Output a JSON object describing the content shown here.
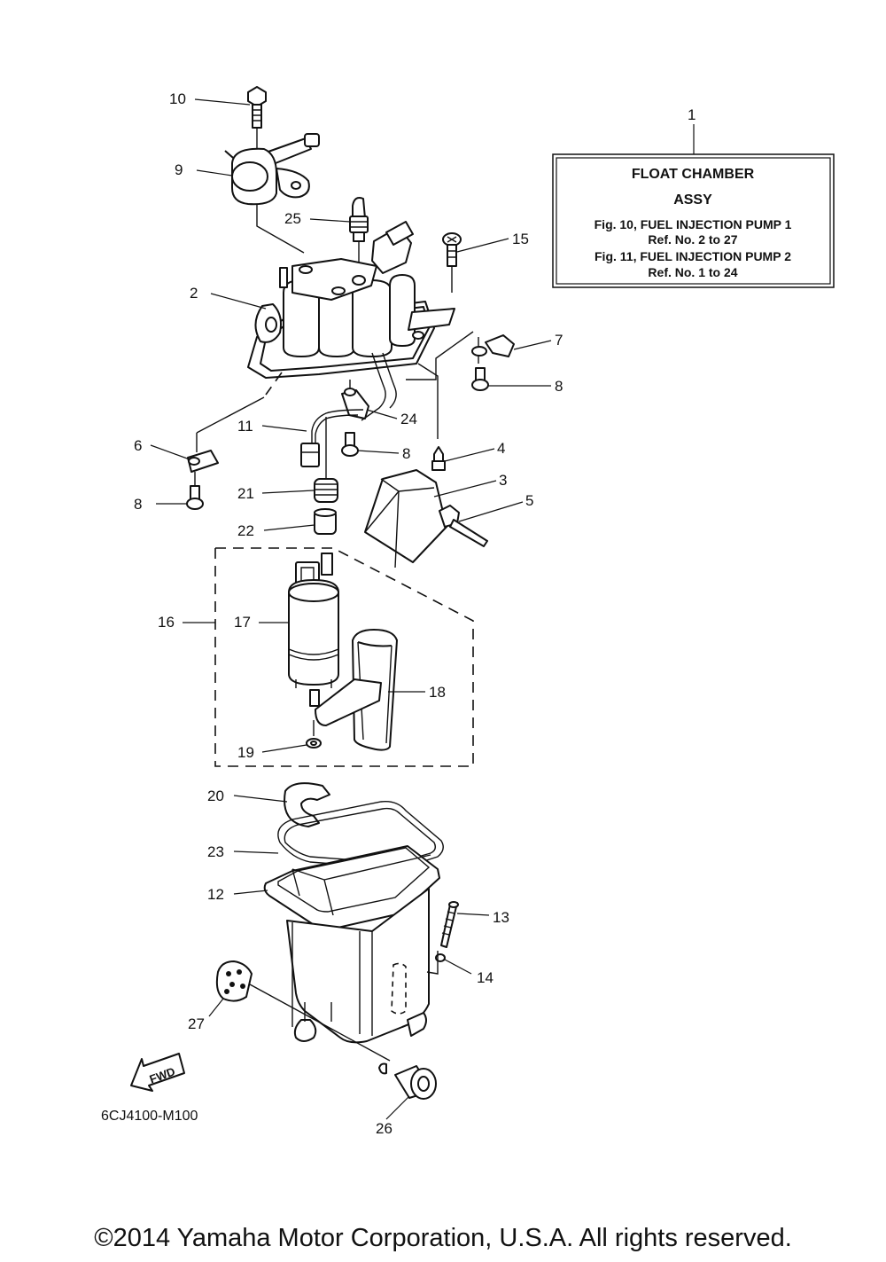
{
  "info_box": {
    "ref": "1",
    "lines": [
      "FLOAT CHAMBER",
      "ASSY",
      "Fig. 10, FUEL INJECTION PUMP 1",
      "Ref. No. 2 to 27",
      "Fig. 11, FUEL INJECTION PUMP 2",
      "Ref. No. 1 to 24"
    ]
  },
  "callouts": [
    "10",
    "9",
    "25",
    "15",
    "2",
    "7",
    "8",
    "11",
    "24",
    "6",
    "8",
    "4",
    "21",
    "3",
    "5",
    "8",
    "22",
    "16",
    "17",
    "18",
    "19",
    "20",
    "23",
    "12",
    "13",
    "14",
    "27",
    "26"
  ],
  "fwd_label": "FWD",
  "diagram_code": "6CJ4100-M100",
  "copyright": "©2014 Yamaha Motor Corporation, U.S.A. All rights reserved."
}
